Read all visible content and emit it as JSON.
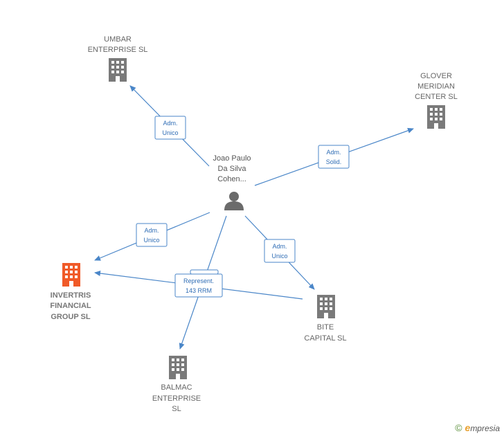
{
  "nodes": {
    "umbar": {
      "lines": [
        "UMBAR",
        "ENTERPRISE SL"
      ]
    },
    "glover": {
      "lines": [
        "GLOVER",
        "MERIDIAN",
        "CENTER  SL"
      ]
    },
    "person": {
      "lines": [
        "Joao Paulo",
        "Da Silva",
        "Cohen..."
      ]
    },
    "invertris": {
      "lines": [
        "INVERTRIS",
        "FINANCIAL",
        "GROUP  SL"
      ]
    },
    "bite": {
      "lines": [
        "BITE",
        "CAPITAL  SL"
      ]
    },
    "balmac": {
      "lines": [
        "BALMAC",
        "ENTERPRISE",
        "SL"
      ]
    }
  },
  "edges": {
    "person_umbar": {
      "lines": [
        "Adm.",
        "Unico"
      ]
    },
    "person_glover": {
      "lines": [
        "Adm.",
        "Solid."
      ]
    },
    "person_invertris": {
      "lines": [
        "Adm.",
        "Unico"
      ]
    },
    "person_bite": {
      "lines": [
        "Adm.",
        "Unico"
      ]
    },
    "represent": {
      "lines": [
        "Represent.",
        "143 RRM"
      ]
    }
  },
  "footer": {
    "copyright": "©",
    "brand_initial": "e",
    "brand_rest": "mpresia"
  },
  "colors": {
    "edge": "#4a86c8",
    "building": "#7a7a7a",
    "main_building": "#f05a28",
    "person": "#6b6b6b"
  }
}
